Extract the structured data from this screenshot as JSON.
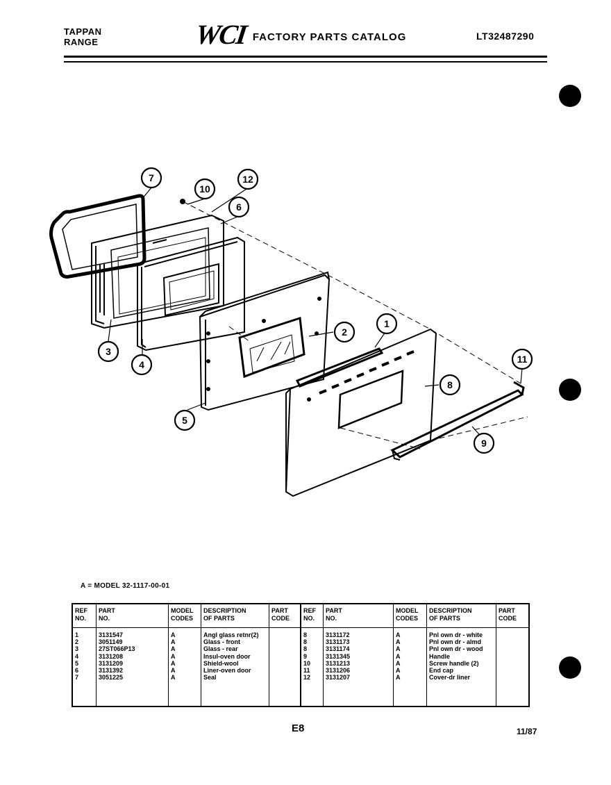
{
  "header": {
    "brand_line1": "TAPPAN",
    "brand_line2": "RANGE",
    "logo_mark": "WCI",
    "logo_text": "FACTORY PARTS CATALOG",
    "catalog_code": "LT32487290"
  },
  "model_note": "A = MODEL 32-1117-00-01",
  "callouts": [
    "7",
    "10",
    "12",
    "6",
    "3",
    "4",
    "2",
    "1",
    "8",
    "11",
    "5",
    "9"
  ],
  "table": {
    "headers": {
      "ref": "REF\nNO.",
      "part": "PART\nNO.",
      "model": "MODEL\nCODES",
      "desc": "DESCRIPTION\nOF PARTS",
      "code": "PART\nCODE"
    },
    "left": {
      "ref": [
        "1",
        "2",
        "3",
        "4",
        "5",
        "6",
        "7"
      ],
      "part": [
        "3131547",
        "3051149",
        "27ST066P13",
        "3131208",
        "3131209",
        "3131392",
        "3051225"
      ],
      "model": [
        "A",
        "A",
        "A",
        "A",
        "A",
        "A",
        "A"
      ],
      "desc": [
        "Angl glass retnr(2)",
        "Glass - front",
        "Glass - rear",
        "Insul-oven door",
        "Shield-wool",
        "Liner-oven door",
        "Seal"
      ],
      "code": [
        "",
        "",
        "",
        "",
        "",
        "",
        ""
      ]
    },
    "right": {
      "ref": [
        "8",
        "8",
        "8",
        "9",
        "10",
        "11",
        "12"
      ],
      "part": [
        "3131172",
        "3131173",
        "3131174",
        "3131345",
        "3131213",
        "3131206",
        "3131207"
      ],
      "model": [
        "A",
        "A",
        "A",
        "A",
        "A",
        "A",
        "A"
      ],
      "desc": [
        "Pnl own dr - white",
        "Pnl own dr - almd",
        "Pnl own dr - wood",
        "Handle",
        "Screw handle (2)",
        "End cap",
        "Cover-dr liner"
      ],
      "code": [
        "",
        "",
        "",
        "",
        "",
        "",
        ""
      ]
    }
  },
  "footer": {
    "page_number": "E8",
    "date": "11/87"
  }
}
